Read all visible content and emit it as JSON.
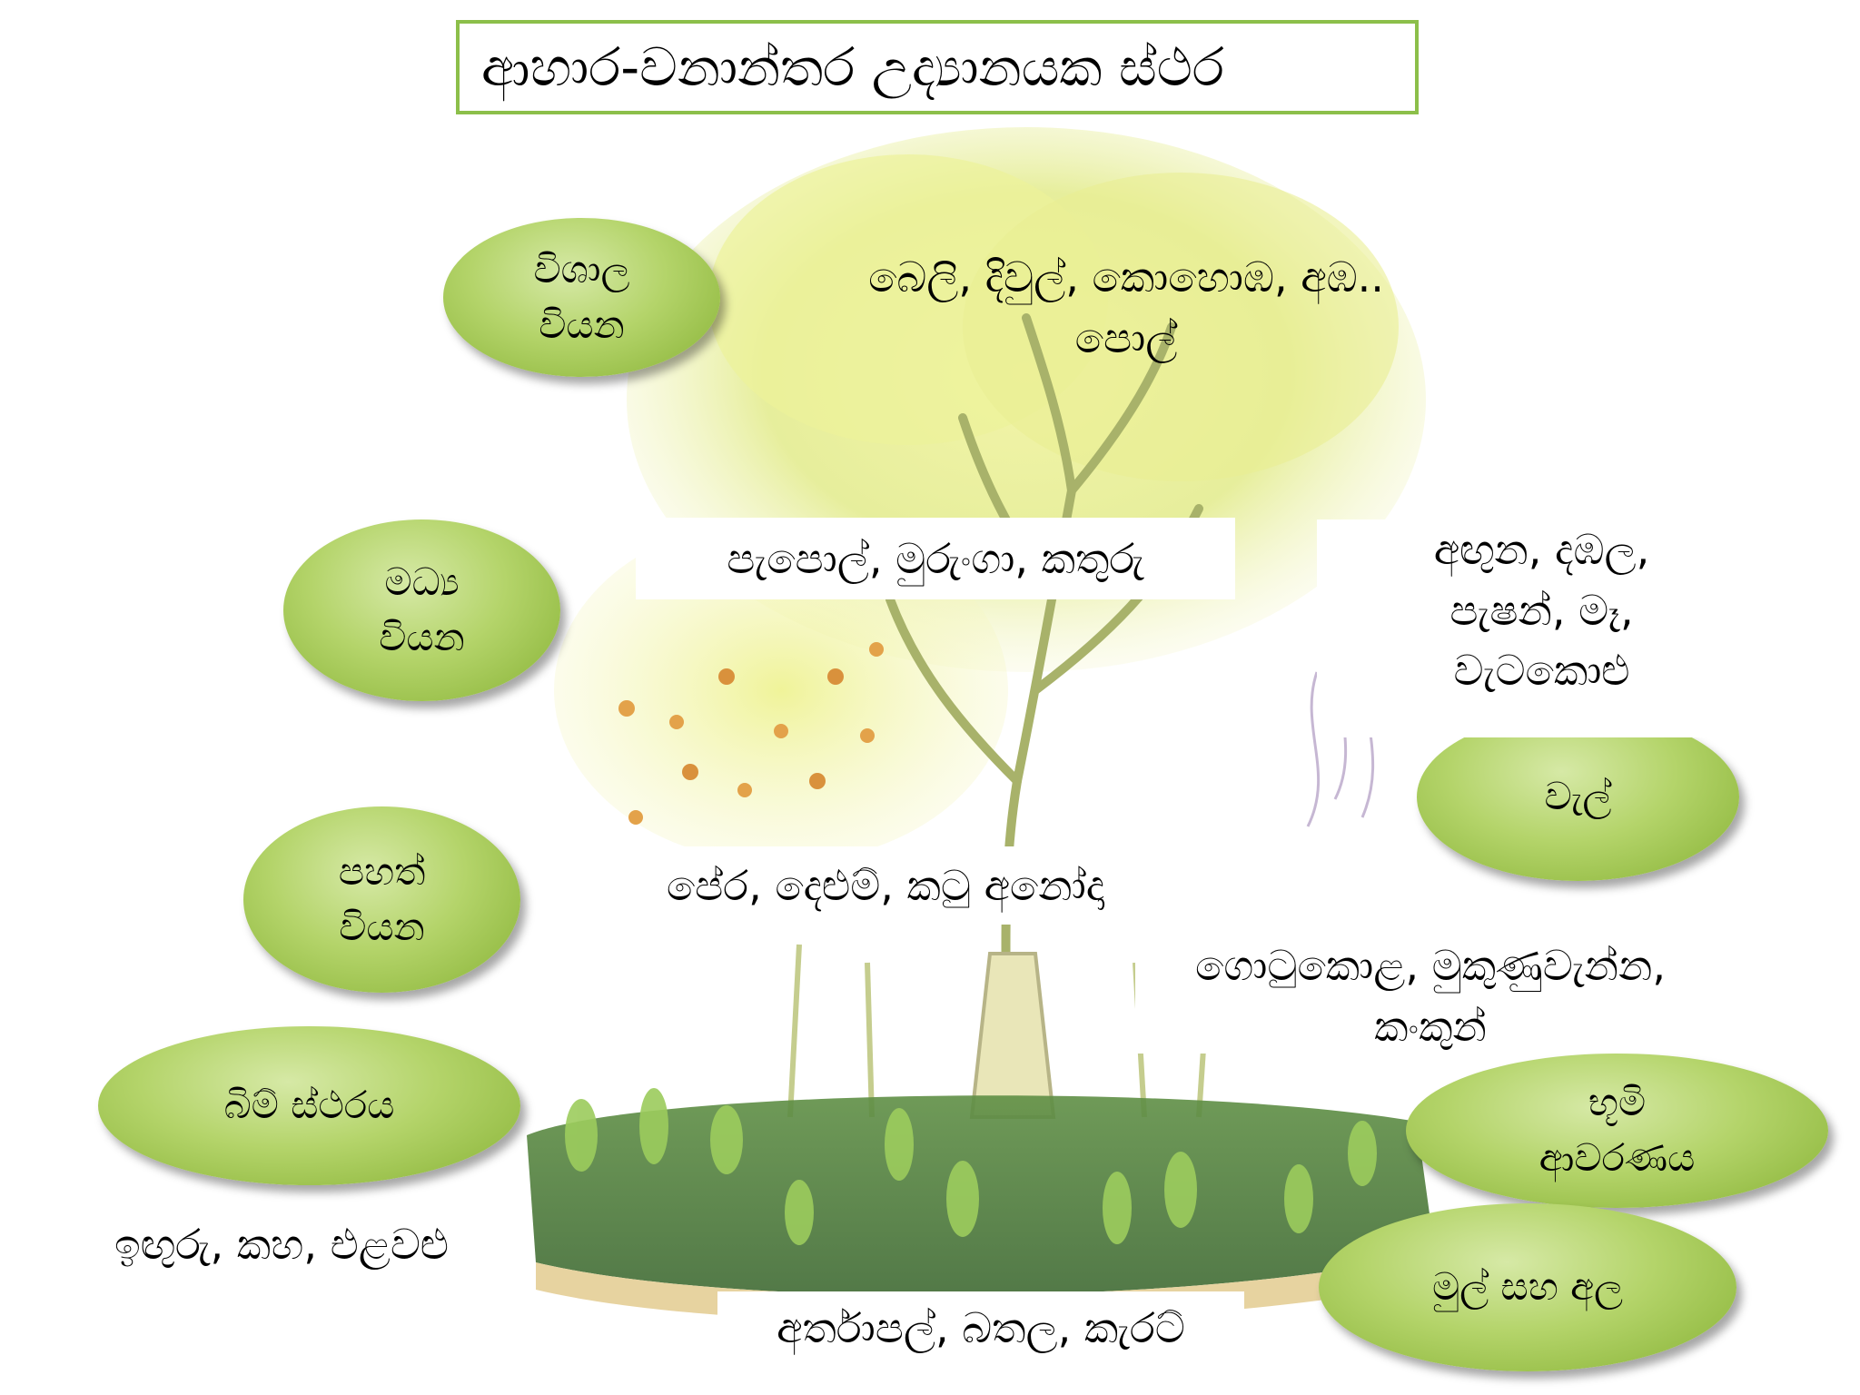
{
  "title": "ආහාර-වනාන්තර උද්‍යානයක ස්ථර",
  "layers": {
    "large_trees": {
      "label": "විශාල\nවියන",
      "examples": "බෙලි, දිවුල්, කොහොඹ, අඹ..\nපොල්"
    },
    "medium_trees": {
      "label": "මධ්‍ය\nවියන",
      "examples": "පැපොල්, මුරුංගා, කතුරු"
    },
    "vines": {
      "label": "වැල්",
      "examples": "අඟුන, දඹල,\nපැෂන්, මෑ,\nවැටකොළු"
    },
    "low_trees": {
      "label": "පහත්\nවියන",
      "examples": "පේර, දෙළුම්, කටු අනෝදා"
    },
    "ground_cover": {
      "label": "භූමි\nආවරණය",
      "examples": "ගොටුකොළ, මුකුණුවැන්න,\nකංකුන්"
    },
    "herb_layer": {
      "label": "බිම් ස්ථරය",
      "examples": "ඉඟුරු, කහ, එළවළු"
    },
    "roots": {
      "label": "මුල් සහ අල",
      "examples": "අර්තාපල්, බතල, කැරට්"
    }
  },
  "colors": {
    "oval_fill": "#b4d46a",
    "title_border": "#8cbf4a",
    "canopy": "#e6ec8a",
    "ground": "#4f7f3c"
  }
}
